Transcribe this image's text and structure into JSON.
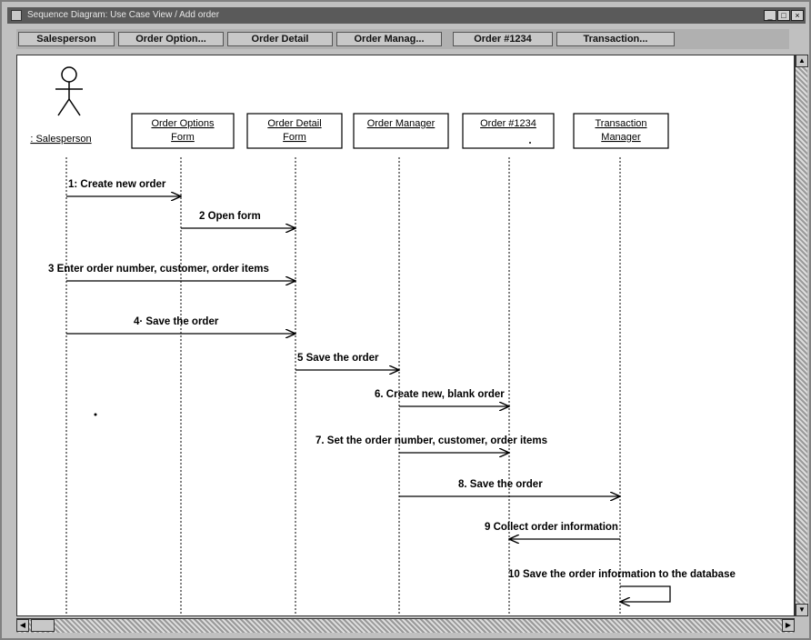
{
  "window": {
    "title": "Sequence Diagram: Use Case View / Add order"
  },
  "tabs": [
    "Salesperson",
    "Order Option...",
    "Order Detail",
    "Order Manag...",
    "Order #1234",
    "Transaction..."
  ],
  "actor": {
    "name": ": Salesperson"
  },
  "objects": [
    {
      "line1": "Order Options",
      "line2": "Form"
    },
    {
      "line1": "Order Detail",
      "line2": "Form"
    },
    {
      "line1": "Order Manager",
      "line2": ""
    },
    {
      "line1": "Order #1234",
      "line2": ""
    },
    {
      "line1": "Transaction",
      "line2": "Manager"
    }
  ],
  "messages": [
    {
      "label": "1: Create new order",
      "from": 0,
      "to": 1
    },
    {
      "label": "2  Open form",
      "from": 1,
      "to": 2
    },
    {
      "label": "3  Enter order number, customer, order items",
      "from": 0,
      "to": 2
    },
    {
      "label": "4· Save the order",
      "from": 0,
      "to": 2
    },
    {
      "label": "5  Save the order",
      "from": 2,
      "to": 3
    },
    {
      "label": "6. Create new, blank order",
      "from": 3,
      "to": 4
    },
    {
      "label": "7. Set the order number, customer, order items",
      "from": 3,
      "to": 4
    },
    {
      "label": "8. Save the order",
      "from": 3,
      "to": 5
    },
    {
      "label": "9  Collect order information",
      "from": 5,
      "to": 4
    },
    {
      "label": "10  Save the order information to the database",
      "from": 5,
      "to": 5
    }
  ]
}
